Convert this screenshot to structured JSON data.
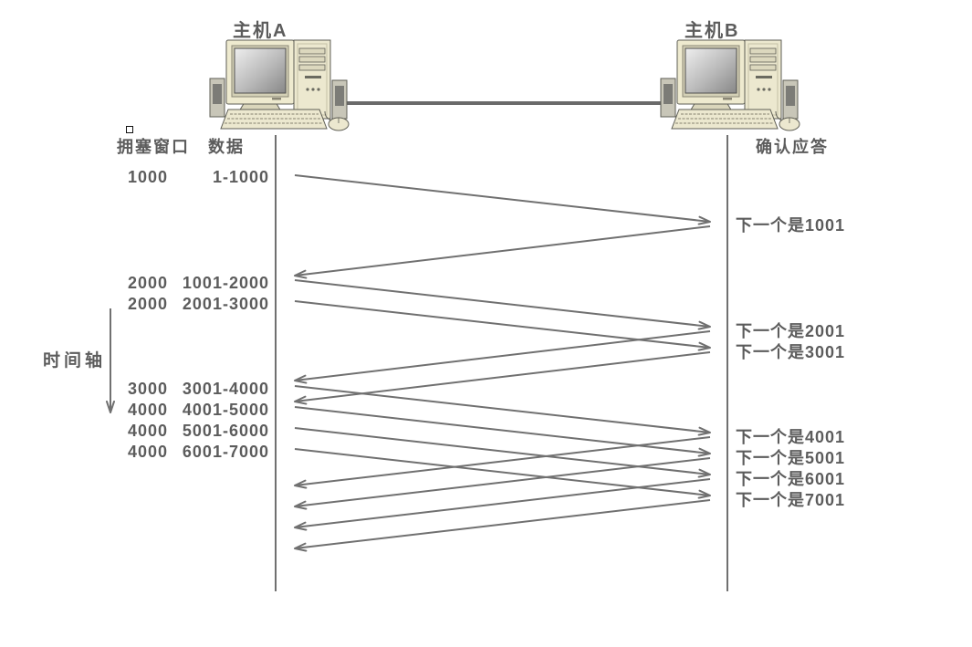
{
  "hosts": {
    "host_a": {
      "label": "主机A",
      "icon": "computer-icon"
    },
    "host_b": {
      "label": "主机B",
      "icon": "computer-icon"
    }
  },
  "headers": {
    "congestion_window": "拥塞窗口",
    "data": "数据",
    "ack": "确认应答"
  },
  "time_axis": {
    "label": "时间轴",
    "icon": "down-arrow-icon"
  },
  "segments": [
    {
      "window": "1000",
      "data": "1-1000"
    },
    {
      "window": "2000",
      "data": "1001-2000"
    },
    {
      "window": "2000",
      "data": "2001-3000"
    },
    {
      "window": "3000",
      "data": "3001-4000"
    },
    {
      "window": "4000",
      "data": "4001-5000"
    },
    {
      "window": "4000",
      "data": "5001-6000"
    },
    {
      "window": "4000",
      "data": "6001-7000"
    }
  ],
  "acks": [
    "下一个是1001",
    "下一个是2001",
    "下一个是3001",
    "下一个是4001",
    "下一个是5001",
    "下一个是6001",
    "下一个是7001"
  ],
  "colors": {
    "line": "#707070",
    "text": "#5c5c5c",
    "background": "#ffffff"
  }
}
